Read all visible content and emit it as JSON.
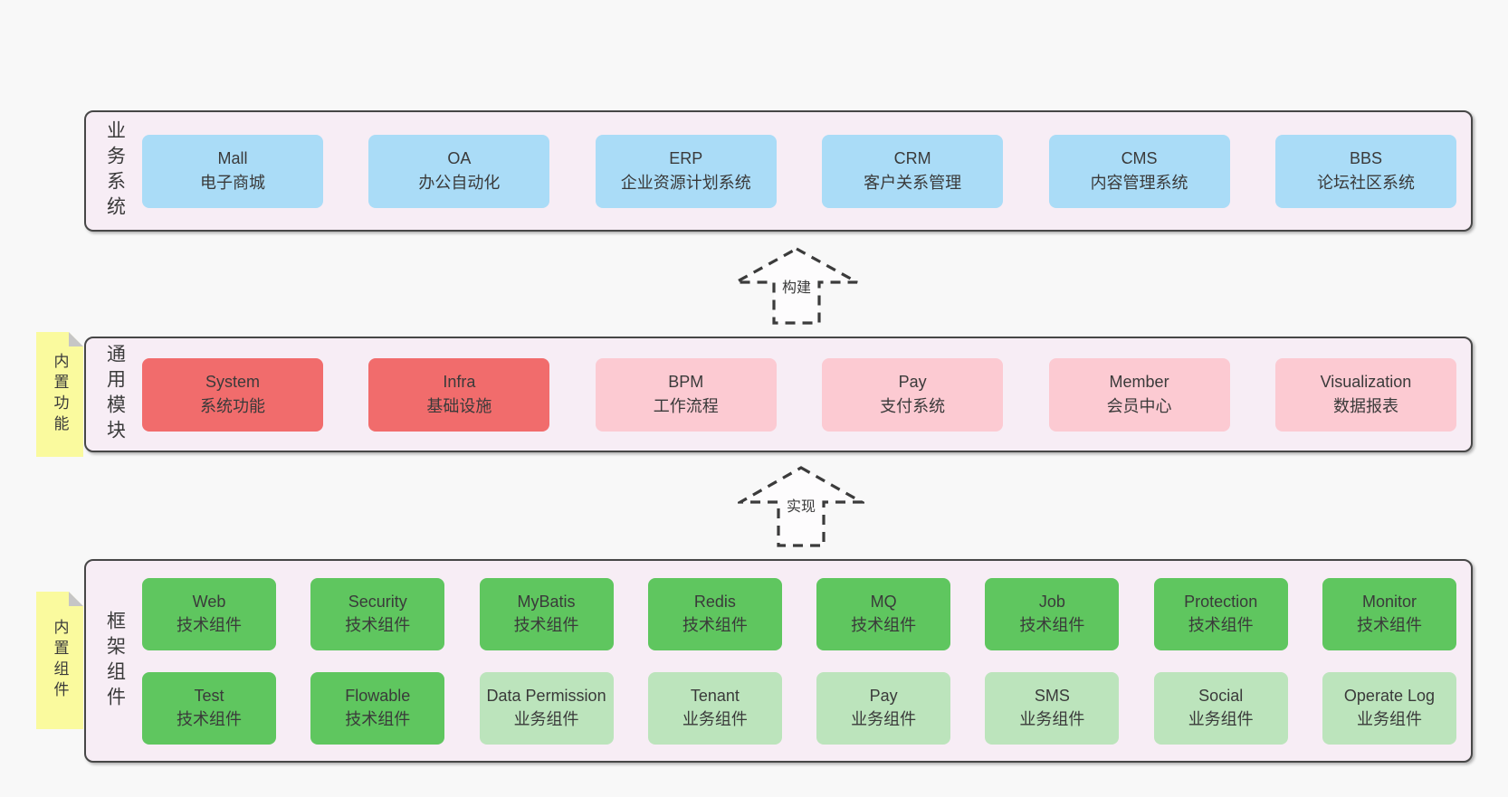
{
  "colors": {
    "page_bg": "#f8f8f8",
    "panel_bg": "#f7edf5",
    "panel_border": "#474747",
    "business_box": "#aadcf7",
    "module_core_box": "#f16c6c",
    "module_optional_box": "#fccad2",
    "tech_component_box": "#5fc65f",
    "biz_component_box": "#bce4bc",
    "sticky_note": "#fafa9e"
  },
  "arrows": {
    "build": {
      "label": "构建"
    },
    "implement": {
      "label": "实现"
    }
  },
  "layers": {
    "business": {
      "side_label": "业务系统",
      "boxes": [
        {
          "name": "Mall",
          "desc": "电子商城"
        },
        {
          "name": "OA",
          "desc": "办公自动化"
        },
        {
          "name": "ERP",
          "desc": "企业资源计划系统"
        },
        {
          "name": "CRM",
          "desc": "客户关系管理"
        },
        {
          "name": "CMS",
          "desc": "内容管理系统"
        },
        {
          "name": "BBS",
          "desc": "论坛社区系统"
        }
      ]
    },
    "modules": {
      "side_label": "通用模块",
      "sticky_label": "内置功能",
      "boxes": [
        {
          "name": "System",
          "desc": "系统功能"
        },
        {
          "name": "Infra",
          "desc": "基础设施"
        },
        {
          "name": "BPM",
          "desc": "工作流程"
        },
        {
          "name": "Pay",
          "desc": "支付系统"
        },
        {
          "name": "Member",
          "desc": "会员中心"
        },
        {
          "name": "Visualization",
          "desc": "数据报表"
        }
      ]
    },
    "components": {
      "side_label": "框架组件",
      "sticky_label": "内置组件",
      "row1": [
        {
          "name": "Web",
          "desc": "技术组件"
        },
        {
          "name": "Security",
          "desc": "技术组件"
        },
        {
          "name": "MyBatis",
          "desc": "技术组件"
        },
        {
          "name": "Redis",
          "desc": "技术组件"
        },
        {
          "name": "MQ",
          "desc": "技术组件"
        },
        {
          "name": "Job",
          "desc": "技术组件"
        },
        {
          "name": "Protection",
          "desc": "技术组件"
        },
        {
          "name": "Monitor",
          "desc": "技术组件"
        }
      ],
      "row2": [
        {
          "name": "Test",
          "desc": "技术组件"
        },
        {
          "name": "Flowable",
          "desc": "技术组件"
        },
        {
          "name": "Data Permission",
          "desc": "业务组件"
        },
        {
          "name": "Tenant",
          "desc": "业务组件"
        },
        {
          "name": "Pay",
          "desc": "业务组件"
        },
        {
          "name": "SMS",
          "desc": "业务组件"
        },
        {
          "name": "Social",
          "desc": "业务组件"
        },
        {
          "name": "Operate Log",
          "desc": "业务组件"
        }
      ]
    }
  }
}
